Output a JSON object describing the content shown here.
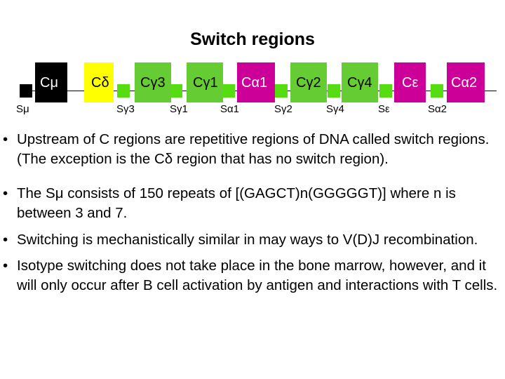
{
  "title": "Switch regions",
  "colors": {
    "c_mu": "#000000",
    "c_delta": "#ffff00",
    "c_gamma": "#66cc33",
    "c_alpha_epsilon": "#cc0099",
    "switch_black": "#000000",
    "switch_green": "#55dd11"
  },
  "gene_map": {
    "c_regions": [
      "Cμ",
      "Cδ",
      "Cγ3",
      "Cγ1",
      "Cα1",
      "Cγ2",
      "Cγ4",
      "Cε",
      "Cα2"
    ],
    "switch_regions": [
      "Sμ",
      "Sγ3",
      "Sγ1",
      "Sα1",
      "Sγ2",
      "Sγ4",
      "Sε",
      "Sα2"
    ]
  },
  "bullet_char": "•",
  "bullets": [
    "Upstream of C regions are repetitive regions of DNA called switch regions. (The exception is the Cδ region that has no switch region).",
    "The Sμ consists of 150 repeats of [(GAGCT)n(GGGGGT)] where n is between 3 and 7.",
    "Switching is mechanistically similar in may ways to V(D)J recombination.",
    "Isotype switching does not take place in the bone marrow, however, and it will only occur after B cell activation by antigen and interactions with T cells."
  ]
}
